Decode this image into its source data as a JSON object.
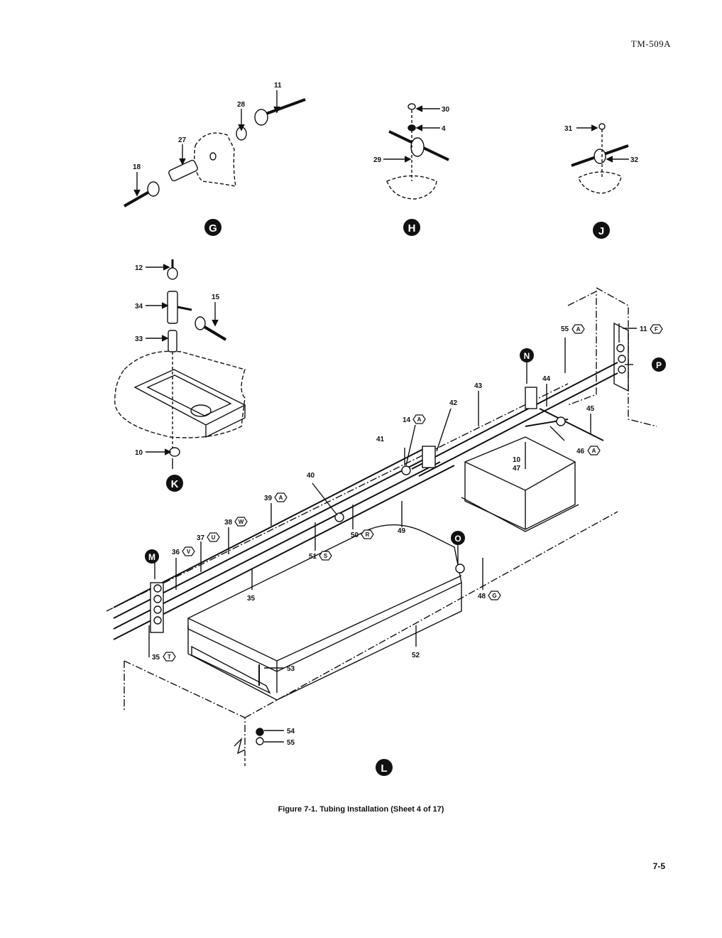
{
  "header": {
    "doc_id": "TM-509A"
  },
  "figure": {
    "caption": "Figure 7-1.  Tubing Installation (Sheet 4 of 17)",
    "views": {
      "G": "G",
      "H": "H",
      "J": "J",
      "K": "K",
      "L": "L",
      "M": "M",
      "N": "N",
      "O": "O",
      "P": "P"
    },
    "callouts": {
      "c11": "11",
      "c28": "28",
      "c27": "27",
      "c18": "18",
      "c30": "30",
      "c4": "4",
      "c29": "29",
      "c31": "31",
      "c32": "32",
      "c12": "12",
      "c34": "34",
      "c15": "15",
      "c33": "33",
      "c10": "10",
      "c11F": "11",
      "c55A": "55",
      "c44": "44",
      "c43": "43",
      "c45": "45",
      "c46A": "46",
      "c10_47a": "10",
      "c10_47b": "47",
      "c42": "42",
      "c14A": "14",
      "c41": "41",
      "c40": "40",
      "c39A": "39",
      "c38W": "38",
      "c37U": "37",
      "c36V": "36",
      "c35": "35",
      "c49": "49",
      "c50R": "50",
      "c51S": "51",
      "c48G": "48",
      "c52": "52",
      "c35T": "35",
      "c53": "53",
      "c54": "54",
      "c55": "55"
    },
    "tags": {
      "F": "F",
      "A": "A",
      "W": "W",
      "U": "U",
      "V": "V",
      "R": "R",
      "S": "S",
      "G": "G",
      "T": "T"
    }
  },
  "footer": {
    "page_number": "7-5"
  }
}
